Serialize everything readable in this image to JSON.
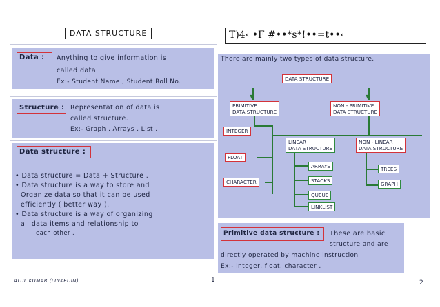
{
  "left_page": {
    "title": "DATA STRUCTURE",
    "data_heading": "Data :",
    "data_def_line1": "Anything to give information is",
    "data_def_line2": "called data.",
    "data_example": "Ex:- Student Name , Student Roll No.",
    "structure_heading": "Structure :",
    "structure_def_line1": "Representation of data is",
    "structure_def_line2": "called structure.",
    "structure_example": "Ex:- Graph , Arrays , List .",
    "ds_heading": "Data structure :",
    "bullets": [
      [
        "Data structure = Data + Structure ."
      ],
      [
        "Data structure is a way to store and",
        "Organize data so that it can be used",
        "efficiently ( better way )."
      ],
      [
        "Data structure is a way of organizing",
        "all data items and relationship to",
        "each other ."
      ]
    ],
    "author": "ATUL KUMAR (LINKEDIN)",
    "page_number": "1"
  },
  "right_page": {
    "header_text": "T)4‹ •F #••*s*!••=t••‹",
    "intro": "There are mainly two types of data structure.",
    "tree_root": "DATA STRUCTURE",
    "primitive": [
      "PRIMITIVE",
      "DATA STRUCTURE"
    ],
    "non_primitive": [
      "NON - PRIMITIVE",
      "DATA STRUCTURE"
    ],
    "primitive_types": [
      "INTEGER",
      "FLOAT",
      "CHARACTER"
    ],
    "linear": [
      "LINEAR",
      "DATA STRUCTURE"
    ],
    "non_linear": [
      "NON - LINEAR",
      "DATA STRUCTURE"
    ],
    "linear_types": [
      "ARRAYS",
      "STACKS",
      "QUEUE",
      "LINKLIST"
    ],
    "non_linear_types": [
      "TREES",
      "GRAPH"
    ],
    "pds_heading": "Primitive data structure :",
    "pds_def": [
      "These are basic",
      "structure and are",
      "directly operated by machine instruction"
    ],
    "pds_example": "Ex:- integer, float, character .",
    "page_number": "2"
  }
}
